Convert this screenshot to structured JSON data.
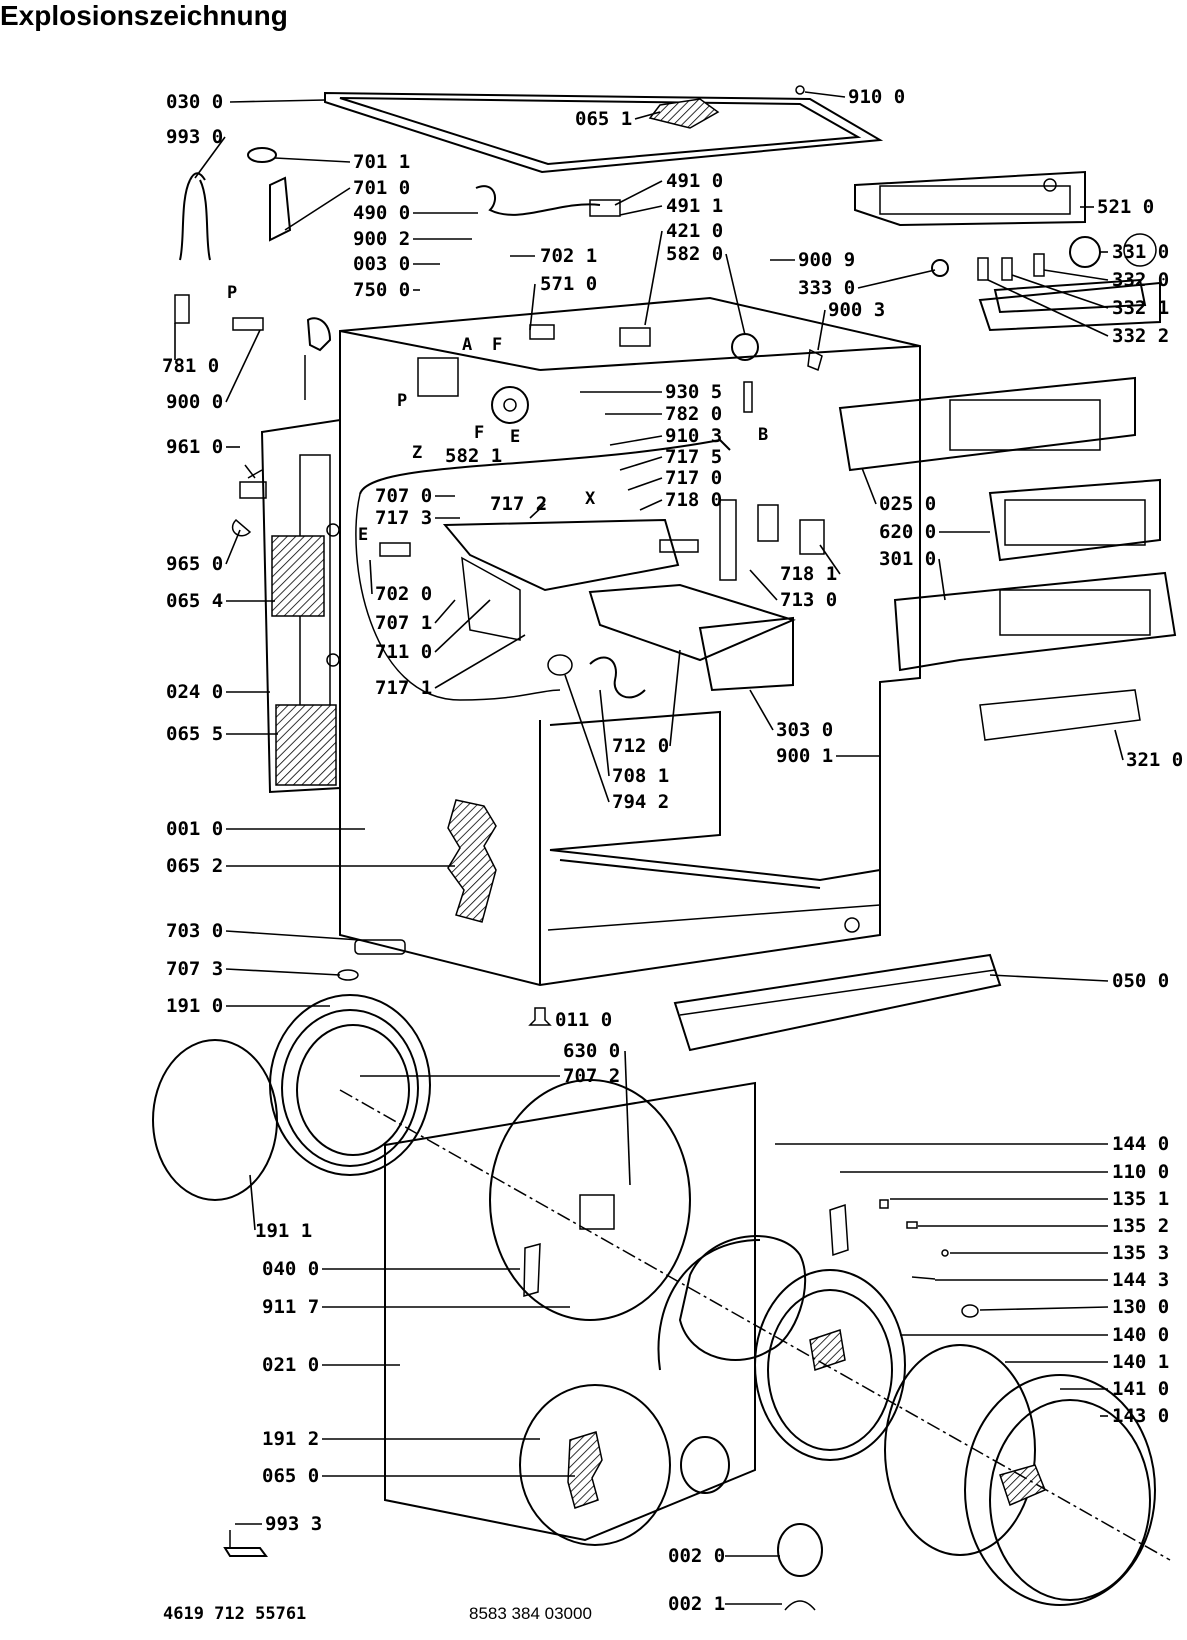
{
  "title": "Explosionszeichnung",
  "footer": {
    "left_code": "4619 712 55761",
    "right_code": "8583 384 03000"
  },
  "left_labels": [
    "030 0",
    "993 0",
    "781 0",
    "900 0",
    "961 0",
    "965 0",
    "065 4",
    "024 0",
    "065 5",
    "001 0",
    "065 2",
    "703 0",
    "707 3",
    "191 0",
    "191 1",
    "040 0",
    "911 7",
    "021 0",
    "191 2",
    "065 0",
    "993 3"
  ],
  "top_labels": [
    "065 1",
    "910 0",
    "701 1",
    "701 0",
    "490 0",
    "900 2",
    "003 0",
    "750 0",
    "702 1",
    "571 0",
    "491 0",
    "491 1",
    "421 0",
    "582 0",
    "900 9",
    "333 0",
    "900 3"
  ],
  "right_labels": [
    "521 0",
    "331 0",
    "332 0",
    "332 1",
    "332 2",
    "025 0",
    "620 0",
    "301 0",
    "321 0",
    "050 0",
    "144 0",
    "110 0",
    "135 1",
    "135 2",
    "135 3",
    "144 3",
    "130 0",
    "140 0",
    "140 1",
    "141 0",
    "143 0"
  ],
  "inner_labels": [
    "930 5",
    "782 0",
    "910 3",
    "717 5",
    "717 0",
    "718 0",
    "707 0",
    "717 3",
    "717 2",
    "702 0",
    "707 1",
    "711 0",
    "717 1",
    "718 1",
    "713 0",
    "303 0",
    "900 1",
    "712 0",
    "708 1",
    "794 2",
    "582 1",
    "011 0",
    "630 0",
    "707 2",
    "002 0",
    "002 1"
  ],
  "letters": [
    "P",
    "A",
    "F",
    "F",
    "E",
    "Z",
    "B",
    "X",
    "E",
    "P"
  ]
}
